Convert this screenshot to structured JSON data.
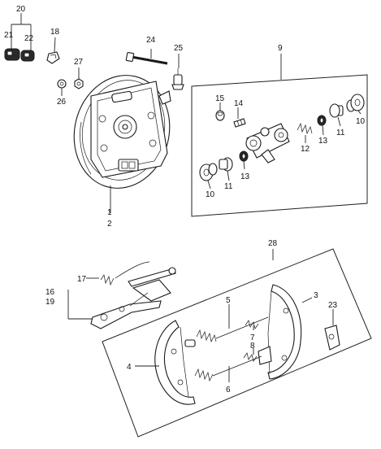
{
  "callouts": {
    "p1": "1",
    "p2": "2",
    "p3": "3",
    "p4": "4",
    "p5": "5",
    "p6": "6",
    "p7": "7",
    "p8": "8",
    "p9": "9",
    "p10a": "10",
    "p10b": "10",
    "p11a": "11",
    "p11b": "11",
    "p12": "12",
    "p13a": "13",
    "p13b": "13",
    "p14": "14",
    "p15": "15",
    "p16": "16",
    "p17": "17",
    "p18": "18",
    "p19": "19",
    "p20": "20",
    "p21": "21",
    "p22": "22",
    "p23": "23",
    "p24": "24",
    "p25": "25",
    "p26": "26",
    "p27": "27",
    "p28": "28"
  }
}
